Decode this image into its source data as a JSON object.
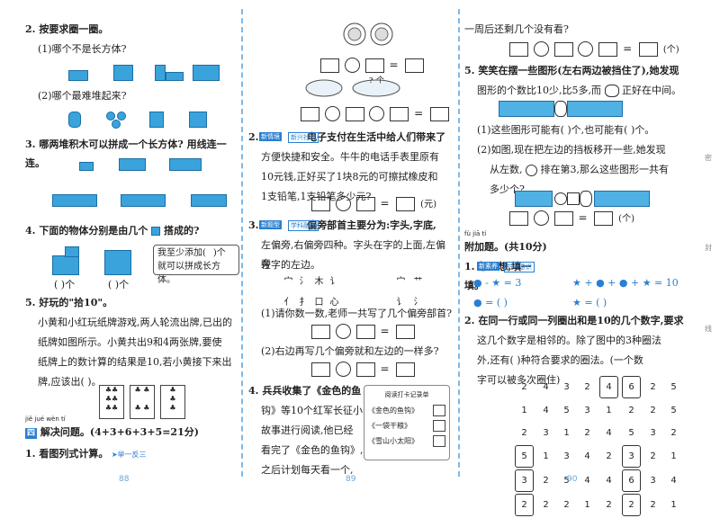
{
  "col1": {
    "q2_title": "2. 按要求圈一圈。",
    "q2_a": "(1)哪个不是长方体?",
    "q2_b": "(2)哪个最难堆起来?",
    "q3_title": "3. 哪两堆积木可以拼成一个长方体? 用线连一连。",
    "q4_title": "4. 下面的物体分别是由几个",
    "q4_tail": "搭成的?",
    "q4_bubble_a": "我至少添加(",
    "q4_bubble_b": ")个",
    "q4_bubble_c": "就可以拼成长方体。",
    "q4_blank1": "(    )个",
    "q4_blank2": "(    )个",
    "q5_title": "5. 好玩的\"拾10\"。",
    "q5_text1": "小黄和小红玩纸牌游戏,两人轮流出牌,已出的",
    "q5_text2": "纸牌如图所示。小黄共出9和4两张牌,要使",
    "q5_text3": "纸牌上的数计算的结果是10,若小黄接下来出",
    "q5_text4": "牌,应该出(    )。",
    "pinyin": "jiě jué wèn tí",
    "section_num": "四",
    "section_title": "解决问题。(4+3+6+3+5=21分)",
    "s1": "1. 看图列式计算。",
    "s1_link": "➤举一反三",
    "page": "88"
  },
  "col2": {
    "e_labels": [
      "个"
    ],
    "q2_tag1": "新情境",
    "q2_tag2": "新兴社会",
    "q2_text1": "2.              电子支付在生活中给人们带来了",
    "q2_text2": "方便快捷和安全。牛牛的电话手表里原有",
    "q2_text3": "10元钱,正好买了1块8元的可擦拭橡皮和",
    "q2_text4": "1支铅笔,1支铅笔多少元?",
    "q2_unit": "(元)",
    "q3_tag1": "新题型",
    "q3_tag2": "学科融合",
    "q3_text1": "3.              偏旁部首主要分为:字头,字底,",
    "q3_text2": "左偏旁,右偏旁四种。字头在字的上面,左偏旁",
    "q3_text3": "在字的左边。",
    "q3_chars": [
      "宀",
      "氵",
      "木",
      "讠",
      "亻",
      "扌",
      "口",
      "心"
    ],
    "q3_chars2": [
      "宀",
      "艹",
      "讠",
      "氵"
    ],
    "q3_a": "(1)请你数一数,老师一共写了几个偏旁部首?",
    "q3_b": "(2)右边再写几个偏旁就和左边的一样多?",
    "q4_text1": "4. 兵兵收集了《金色的鱼",
    "q4_text2": "钩》等10个红军长征小",
    "q4_text3": "故事进行阅读,他已经",
    "q4_text4": "看完了《金色的鱼钩》,",
    "q4_text5": "之后计划每天看一个,",
    "card_title": "阅读打卡记录单",
    "card_items": [
      "《金色的鱼钩》",
      "《一袋干粮》",
      "《雪山小太阳》",
      "..."
    ],
    "page": "89"
  },
  "col3": {
    "top": "一周后还剩几个没有看?",
    "unit_ge": "(个)",
    "q5_text1": "5. 笑笑在摆一些图形(左右两边被挡住了),她发现",
    "q5_text2": "图形的个数比10少,比5多,而",
    "q5_text3": "正好在中间。",
    "q5_a1": "(1)这些图形可能有(        )个,也可能有(        )个。",
    "q5_b1": "(2)如图,现在把左边的挡板移开一些,她发现",
    "q5_b2": "从左数,",
    "q5_b3": "排在第3,那么这些图形一共有",
    "q5_b4": "多少个?",
    "pinyin": "fù jiā tí",
    "extra_title": "附加题。(共10分)",
    "e1_tag": "新素养",
    "e1_tag2": "符号意识",
    "e1_text": "1. 想一想,填一填。",
    "e1_eq1": "● - ★ = 3",
    "e1_eq2": "★ + ● + ● + ★ = 10",
    "e1_ans1": "● = (    )",
    "e1_ans2": "★ = (    )",
    "e2_text1": "2. 在同一行或同一列圈出和是10的几个数字,要求",
    "e2_text2": "这几个数字是相邻的。除了图中的3种圈法",
    "e2_text3": "外,还有(    )种符合要求的圈法。(一个数",
    "e2_text4": "字可以被多次圈住)",
    "grid": [
      [
        "2",
        "4",
        "3",
        "2",
        "4",
        "6",
        "2",
        "5"
      ],
      [
        "1",
        "4",
        "5",
        "3",
        "1",
        "2",
        "2",
        "5"
      ],
      [
        "2",
        "3",
        "1",
        "2",
        "4",
        "5",
        "3",
        "2"
      ],
      [
        "5",
        "1",
        "3",
        "4",
        "2",
        "3",
        "2",
        "1"
      ],
      [
        "3",
        "2",
        "5",
        "4",
        "4",
        "6",
        "3",
        "4"
      ],
      [
        "2",
        "2",
        "2",
        "1",
        "2",
        "2",
        "2",
        "1"
      ]
    ],
    "page": "90"
  },
  "side": [
    "密",
    "封",
    "线"
  ]
}
